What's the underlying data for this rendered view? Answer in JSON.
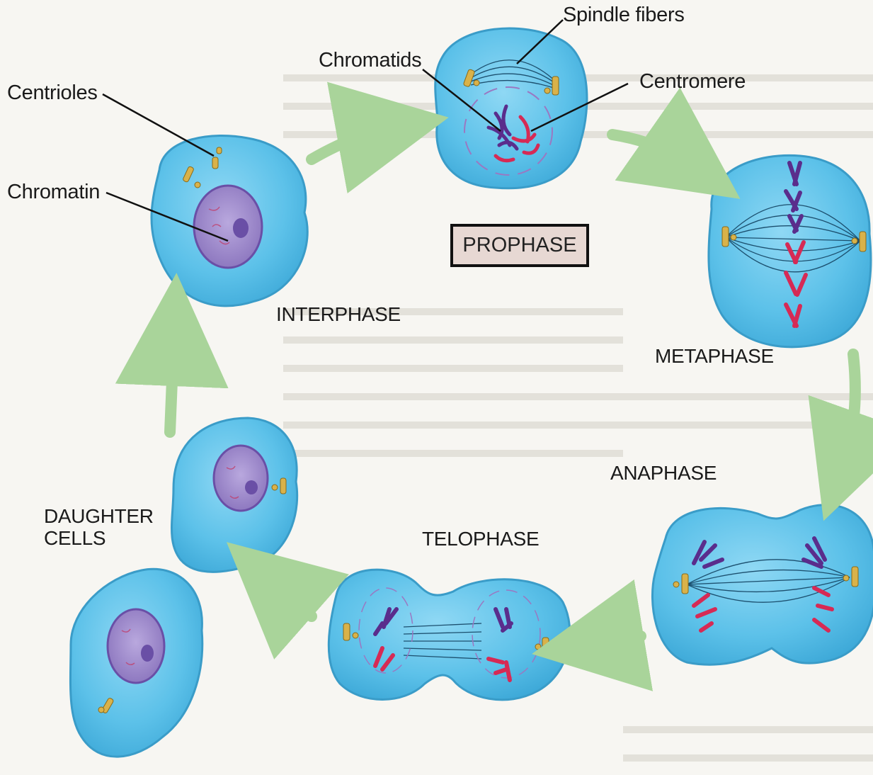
{
  "labels": {
    "spindle_fibers": "Spindle fibers",
    "chromatids": "Chromatids",
    "centromere": "Centromere",
    "centrioles": "Centrioles",
    "chromatin": "Chromatin"
  },
  "phases": {
    "prophase": "PROPHASE",
    "interphase": "INTERPHASE",
    "metaphase": "METAPHASE",
    "anaphase": "ANAPHASE",
    "telophase": "TELOPHASE",
    "daughter_cells_line1": "DAUGHTER",
    "daughter_cells_line2": "CELLS"
  },
  "colors": {
    "cell_fill": "#5cc1e9",
    "cell_edge": "#3a9cc8",
    "nucleus": "#9b86c6",
    "chromosome_purple": "#5a2d8c",
    "chromosome_red": "#d62a55",
    "centriole": "#d9b24a",
    "arrow": "#a9d49a",
    "highlight_box": "#e7d8d3"
  }
}
